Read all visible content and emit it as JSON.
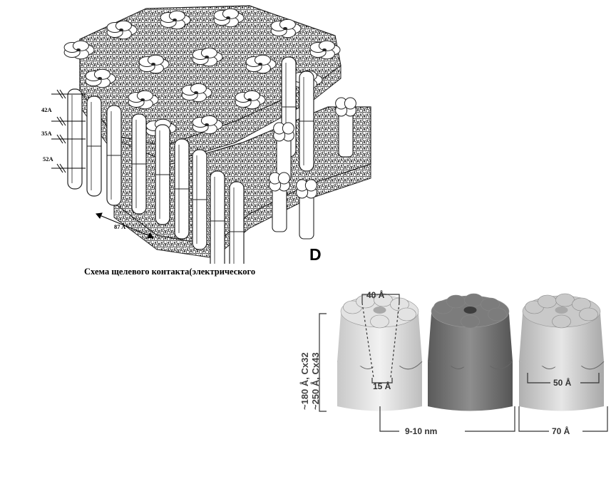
{
  "caption": "Схема щелевого контакта(электрического",
  "panel_letter": "D",
  "membrane_labels": {
    "d1": "42A",
    "d2": "35A",
    "d3": "52A",
    "d4": "87 A"
  },
  "connexon_labels": {
    "pore_top": "40 Å",
    "pore_bottom": "15 Å",
    "height_cx32": "~180 Å, Cx32",
    "height_cx43": "~250 Å, Cx43",
    "width_nm": "9-10 nm",
    "waist": "50 Å",
    "width_a": "70  Å"
  },
  "colors": {
    "light_model": "#e3e3e3",
    "dark_model": "#7c7c7c",
    "mid_model": "#c9c9c9"
  }
}
